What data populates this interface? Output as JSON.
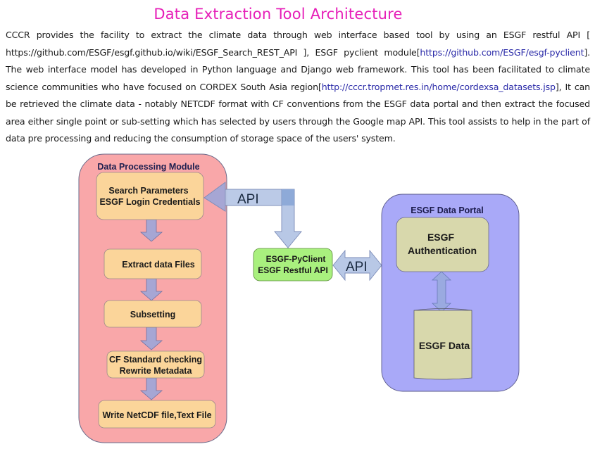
{
  "title": "Data Extraction Tool Architecture",
  "description": {
    "segments": [
      {
        "text": "CCCR provides the facility to extract the climate data through web interface based tool by using an ESGF restful API [ https://github.com/ESGF/esgf.github.io/wiki/ESGF_Search_REST_API ], ESGF pyclient module[",
        "link": false
      },
      {
        "text": "https://github.com/ESGF/esgf-pyclient",
        "link": true
      },
      {
        "text": "]. The web interface model has developed in Python language and Django web framework. This tool has been facilitated to climate science communities who have focused on CORDEX South Asia region[",
        "link": false
      },
      {
        "text": "http://cccr.tropmet.res.in/home/cordexsa_datasets.jsp",
        "link": true
      },
      {
        "text": "], It can be retrieved the climate data - notably NETCDF format with CF conventions from the ESGF data portal and then extract the focused area either single point or sub-setting which has selected by users through the Google map API. This tool assists to help in the part of data pre processing and  reducing the consumption of storage space of the users' system.",
        "link": false
      }
    ]
  },
  "diagram": {
    "colors": {
      "processing_module_fill": "#f9a7a9",
      "step_fill": "#fbd59a",
      "pyclient_fill": "#a9f07e",
      "portal_fill": "#a9a9f8",
      "portal_box_fill": "#d8d8ac",
      "arrow_fill": "#b8c8e6",
      "flow_arrow_fill": "#a6a6d4"
    },
    "processing_module": {
      "label": "Data Processing Module",
      "steps": [
        {
          "lines": [
            "Search Parameters",
            "ESGF Login Credentials"
          ]
        },
        {
          "lines": [
            "Extract data Files"
          ]
        },
        {
          "lines": [
            "Subsetting"
          ]
        },
        {
          "lines": [
            "CF Standard checking",
            "Rewrite Metadata"
          ]
        },
        {
          "lines": [
            "Write NetCDF file,Text File"
          ]
        }
      ]
    },
    "pyclient": {
      "lines": [
        "ESGF-PyClient",
        "ESGF Restful API"
      ]
    },
    "portal": {
      "label": "ESGF Data Portal",
      "auth": {
        "lines": [
          "ESGF",
          "Authentication"
        ]
      },
      "data": {
        "label": "ESGF Data"
      }
    },
    "api_arrow_top_label": "API",
    "api_arrow_mid_label": "API"
  }
}
